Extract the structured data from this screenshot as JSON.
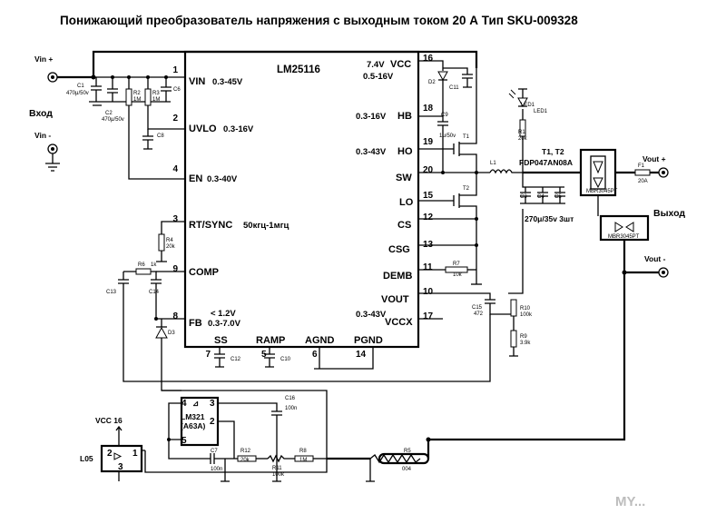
{
  "title": "Понижающий преобразователь напряжения с выходным током 20 А   Тип SKU-009328",
  "chip": {
    "name": "LM25116",
    "left_pins": [
      {
        "num": "1",
        "name": "VIN",
        "range": "0.3-45V"
      },
      {
        "num": "2",
        "name": "UVLO",
        "range": "0.3-16V"
      },
      {
        "num": "4",
        "name": "EN",
        "range": "0.3-40V"
      },
      {
        "num": "3",
        "name": "RT/SYNC",
        "range": "50кгц-1мгц"
      },
      {
        "num": "9",
        "name": "COMP",
        "range": ""
      },
      {
        "num": "8",
        "name": "FB",
        "range": "< 1.2V",
        "range2": "0.3-7.0V"
      }
    ],
    "right_pins": [
      {
        "num": "16",
        "name": "VCC",
        "range": "7.4V",
        "range2": "0.5-16V"
      },
      {
        "num": "18",
        "name": "HB",
        "range": "0.3-16V"
      },
      {
        "num": "19",
        "name": "HO",
        "range": "0.3-43V"
      },
      {
        "num": "20",
        "name": "SW",
        "range": ""
      },
      {
        "num": "15",
        "name": "LO",
        "range": ""
      },
      {
        "num": "12",
        "name": "CS",
        "range": ""
      },
      {
        "num": "13",
        "name": "CSG",
        "range": ""
      },
      {
        "num": "11",
        "name": "DEMB",
        "range": ""
      },
      {
        "num": "10",
        "name": "VOUT",
        "range": ""
      },
      {
        "num": "17",
        "name": "VCCX",
        "range": "0.3-43V"
      }
    ],
    "bottom_pins": [
      {
        "num": "7",
        "name": "SS"
      },
      {
        "num": "5",
        "name": "RAMP"
      },
      {
        "num": "6",
        "name": "AGND"
      },
      {
        "num": "14",
        "name": "PGND"
      }
    ]
  },
  "terminals": {
    "vin_plus": "Vin +",
    "vin_minus": "Vin -",
    "input": "Вход",
    "vout_plus": "Vout +",
    "vout_minus": "Vout -",
    "output": "Выход",
    "vcc16": "VCC 16"
  },
  "components": {
    "c1": "C1",
    "c1_val": "470μ/50v",
    "c2": "C2",
    "c2_val": "470μ/50v",
    "c6": "C6",
    "c8": "C8",
    "r2": "R2",
    "r2_val": "1M",
    "r3": "R3",
    "r3_val": "1M",
    "r4": "R4",
    "r4_val": "20k",
    "r6": "R6",
    "r6_val": "1k",
    "c13": "C13",
    "c14": "C14",
    "d3": "D3",
    "c12": "C12",
    "c10": "C10",
    "d2": "D2",
    "c11": "C11",
    "c9": "C9",
    "c9_val": "1μ/50v",
    "t1": "T1",
    "t2": "T2",
    "l1": "L1",
    "r7": "R7",
    "r7_val": "10k",
    "r1": "R1",
    "r1_val": "20k",
    "led1": "LED1",
    "mosfet": "T1, T2",
    "mosfet_part": "FDP047AN08A",
    "c3": "C3",
    "c4": "C4",
    "c5": "C5",
    "c345_val": "270μ/35v 3шт",
    "f1": "F1",
    "f1_val": "20A",
    "schottky": "MBR3045PT",
    "c15": "C15",
    "c15_val": "472",
    "r10": "R10",
    "r10_val": "100k",
    "r9": "R9",
    "r9_val": "3.9k",
    "opamp": "LM321",
    "opamp_mark": "(A63A)",
    "opamp_pin4": "4",
    "opamp_pin3": "3",
    "opamp_pin2": "2",
    "opamp_pin5": "5",
    "c16": "C16",
    "c16_val": "100n",
    "c7": "C7",
    "c7_val": "100n",
    "r12": "R12",
    "r12_val": "20k",
    "r11": "R11",
    "r11_val": "100k",
    "r8": "R8",
    "r8_val": "1M",
    "r5": "R5",
    "r5_val": "004",
    "l05": "L05",
    "l05_p1": "1",
    "l05_p2": "2",
    "l05_p3": "3"
  },
  "watermark": "MY..."
}
